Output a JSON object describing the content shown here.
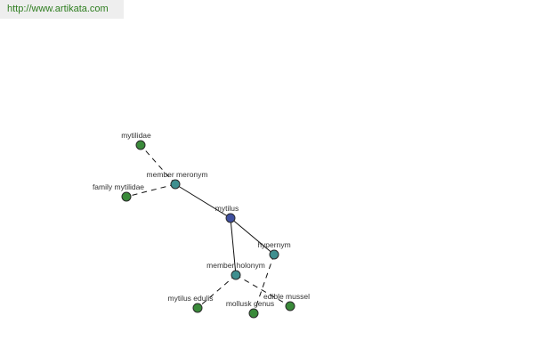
{
  "watermark": {
    "url": "http://www.artikata.com"
  },
  "colors": {
    "central": "#3f4f9f",
    "relation": "#3f8f8f",
    "term": "#3a8a3a",
    "stroke": "#2a2a2a"
  },
  "graph": {
    "nodes": [
      {
        "id": "mytilus",
        "label": "mytilus",
        "kind": "central"
      },
      {
        "id": "member-meronym",
        "label": "member meronym",
        "kind": "relation"
      },
      {
        "id": "hypernym",
        "label": "hypernym",
        "kind": "relation"
      },
      {
        "id": "member-holonym",
        "label": "member holonym",
        "kind": "relation"
      },
      {
        "id": "mytilidae",
        "label": "mytilidae",
        "kind": "term"
      },
      {
        "id": "family-mytilidae",
        "label": "family mytilidae",
        "kind": "term"
      },
      {
        "id": "mytilus-edulis",
        "label": "mytilus edulis",
        "kind": "term"
      },
      {
        "id": "mollusk-genus",
        "label": "mollusk genus",
        "kind": "term"
      },
      {
        "id": "edible-mussel",
        "label": "edible mussel",
        "kind": "term"
      }
    ],
    "edges": [
      {
        "from": "mytilus",
        "to": "member-meronym",
        "style": "solid"
      },
      {
        "from": "mytilus",
        "to": "hypernym",
        "style": "solid"
      },
      {
        "from": "mytilus",
        "to": "member-holonym",
        "style": "solid"
      },
      {
        "from": "member-meronym",
        "to": "mytilidae",
        "style": "dashed"
      },
      {
        "from": "member-meronym",
        "to": "family-mytilidae",
        "style": "dashed"
      },
      {
        "from": "hypernym",
        "to": "mollusk-genus",
        "style": "dashed"
      },
      {
        "from": "member-holonym",
        "to": "mytilus-edulis",
        "style": "dashed"
      },
      {
        "from": "member-holonym",
        "to": "edible-mussel",
        "style": "dashed"
      }
    ]
  }
}
